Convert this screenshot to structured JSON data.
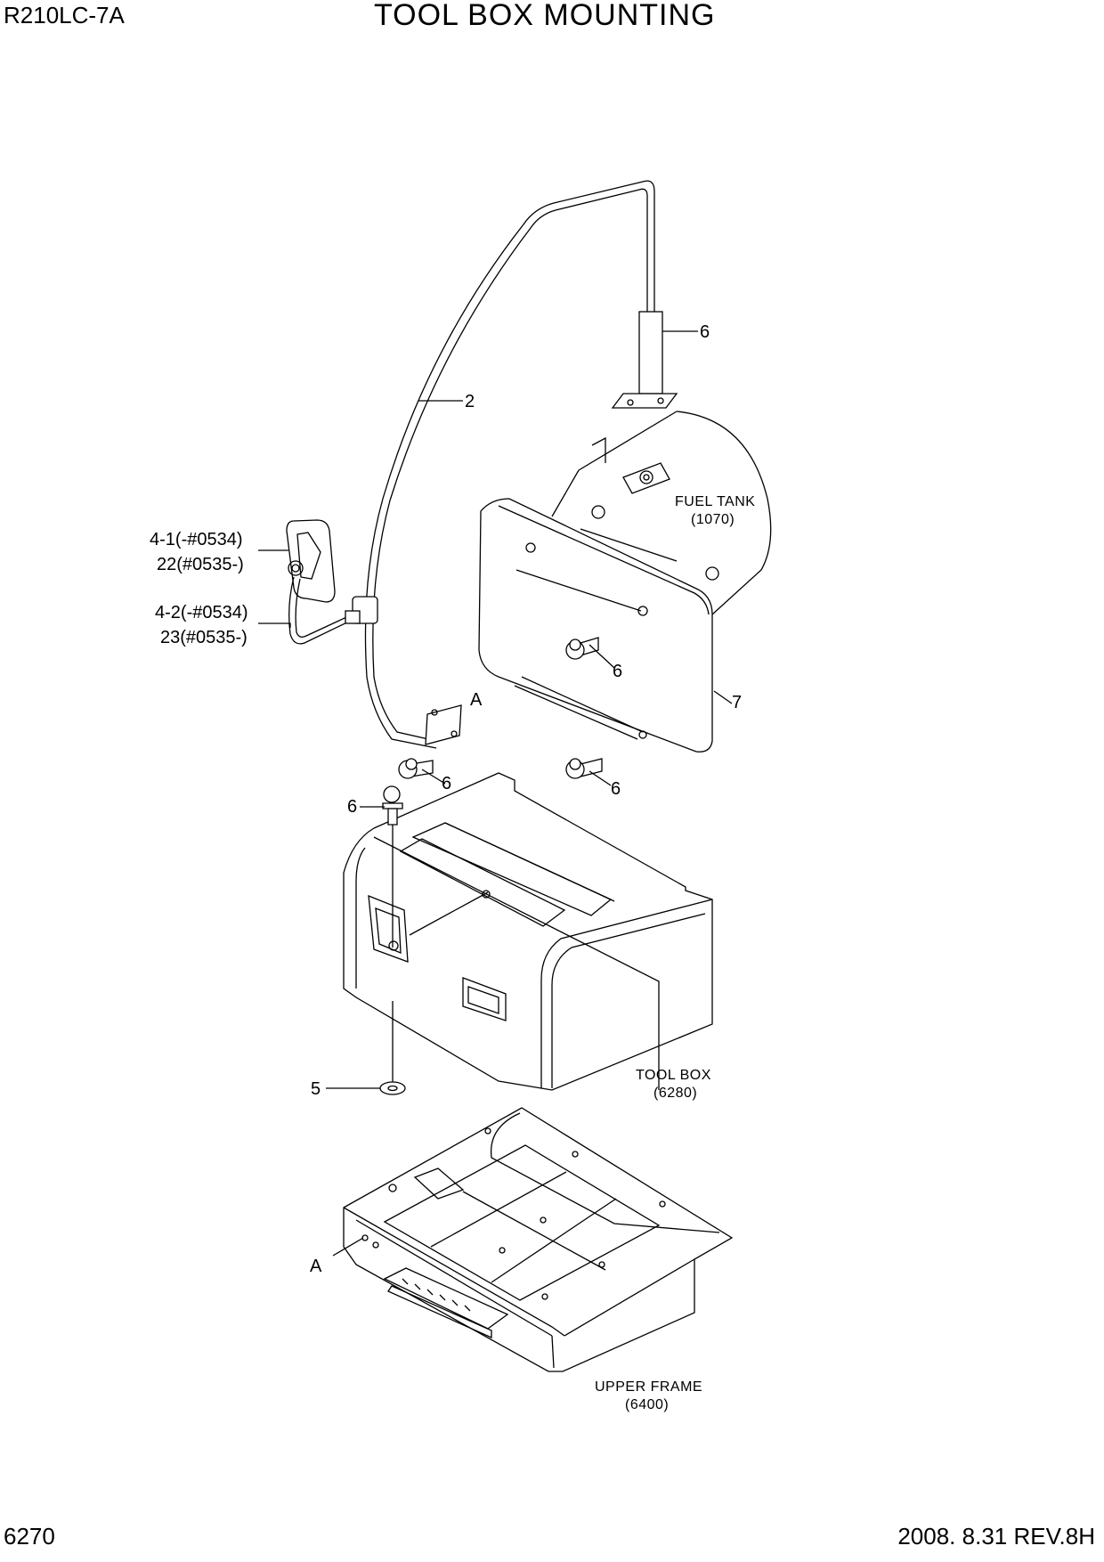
{
  "header": {
    "model": "R210LC-7A",
    "title": "TOOL BOX MOUNTING"
  },
  "footer": {
    "page_number": "6270",
    "revision": "2008.  8.31  REV.8H"
  },
  "callouts": {
    "c2": "2",
    "c6_top": "6",
    "c6_tank": "6",
    "c6_tank_low": "6",
    "c6_bracket": "6",
    "c6_box": "6",
    "c7": "7",
    "c5": "5",
    "cA_top": "A",
    "cA_bottom": "A",
    "mirror_1a": "4-1(-#0534)",
    "mirror_1b": "22(#0535-)",
    "mirror_2a": "4-2(-#0534)",
    "mirror_2b": "23(#0535-)"
  },
  "references": {
    "fuel_tank_name": "FUEL TANK",
    "fuel_tank_code": "(1070)",
    "tool_box_name": "TOOL BOX",
    "tool_box_code": "(6280)",
    "upper_frame_name": "UPPER FRAME",
    "upper_frame_code": "(6400)"
  }
}
